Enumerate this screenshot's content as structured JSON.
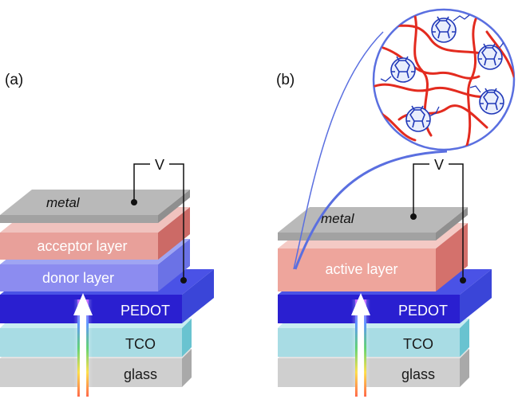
{
  "panels": {
    "a": {
      "label": "(a)",
      "layers": {
        "metal": "metal",
        "acceptor": "acceptor layer",
        "donor": "donor layer",
        "pedot": "PEDOT",
        "tco": "TCO",
        "glass": "glass"
      },
      "voltage": "V"
    },
    "b": {
      "label": "(b)",
      "layers": {
        "metal": "metal",
        "active": "active layer",
        "pedot": "PEDOT",
        "tco": "TCO",
        "glass": "glass"
      },
      "voltage": "V",
      "inset_description_icons": [
        "polymer-chain-icon",
        "fullerene-icon"
      ]
    }
  },
  "colors": {
    "metal": "#b9b9b9",
    "acceptor": "#e8a09a",
    "donor": "#8c8cf0",
    "active": "#eea59c",
    "pedot": "#2a1fd0",
    "tco": "#a8dce4",
    "glass": "#cfcfcf",
    "inset_outline": "#5a6fe0",
    "polymer": "#e32b1f",
    "fullerene": "#2038b8"
  }
}
